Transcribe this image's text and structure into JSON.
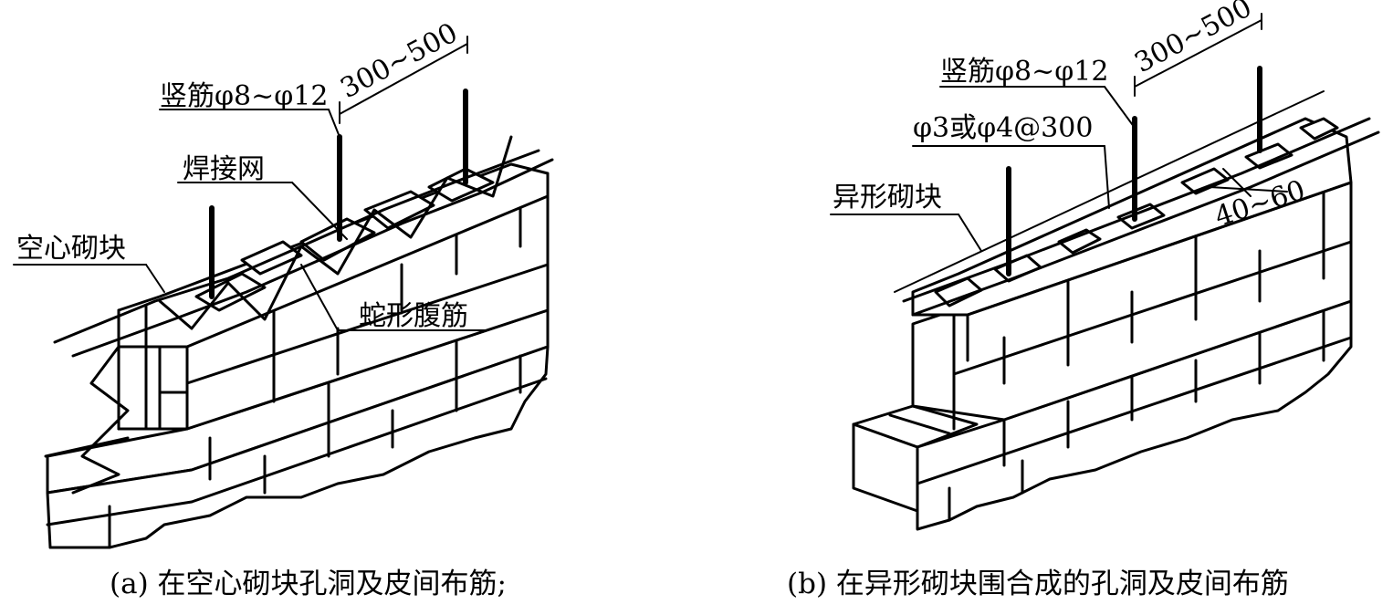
{
  "left": {
    "vertical_bar": "竖筋φ8~φ12",
    "spacing": "300~500",
    "welded_mesh": "焊接网",
    "block": "空心砌块",
    "snake_bar": "蛇形腹筋",
    "caption": "(a) 在空心砌块孔洞及皮间布筋;"
  },
  "right": {
    "vertical_bar": "竖筋φ8~φ12",
    "spacing": "300~500",
    "tie_bar": "φ3或φ4@300",
    "block": "异形砌块",
    "depth": "40~60",
    "caption": "(b) 在异形砌块围合成的孔洞及皮间布筋"
  }
}
